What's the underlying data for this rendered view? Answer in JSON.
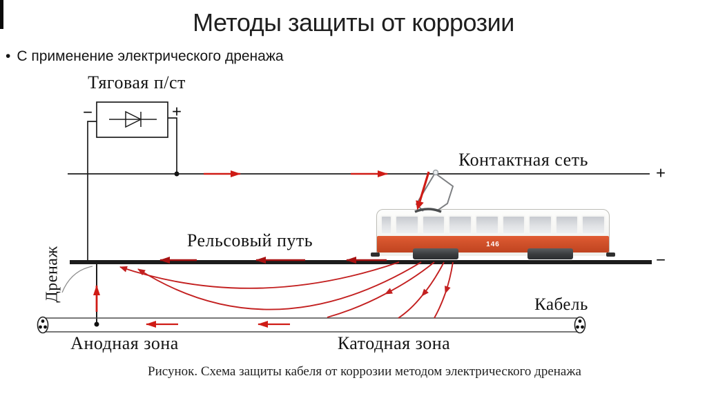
{
  "slide": {
    "title": "Методы защиты от коррозии",
    "bullet_marker": "•",
    "bullet": "С применение электрического дренажа",
    "caption": "Рисунок. Схема защиты кабеля от коррозии методом электрического дренажа"
  },
  "diagram": {
    "substation_label": "Тяговая п/ст",
    "contact_network_label": "Контактная сеть",
    "rail_label": "Рельсовый путь",
    "drainage_label": "Дренаж",
    "cable_label": "Кабель",
    "anodic_zone_label": "Анодная зона",
    "cathodic_zone_label": "Катодная зона",
    "substation_minus": "−",
    "substation_plus": "+",
    "contact_line_plus": "+",
    "rail_minus": "−",
    "tram_number": "146"
  },
  "colors": {
    "arrow-red": "#cf1b15",
    "arrow-dark-red": "#a81212",
    "arc-red": "#c32020",
    "line-black": "#1c1c1c",
    "tram-orange": "#d0512a"
  }
}
